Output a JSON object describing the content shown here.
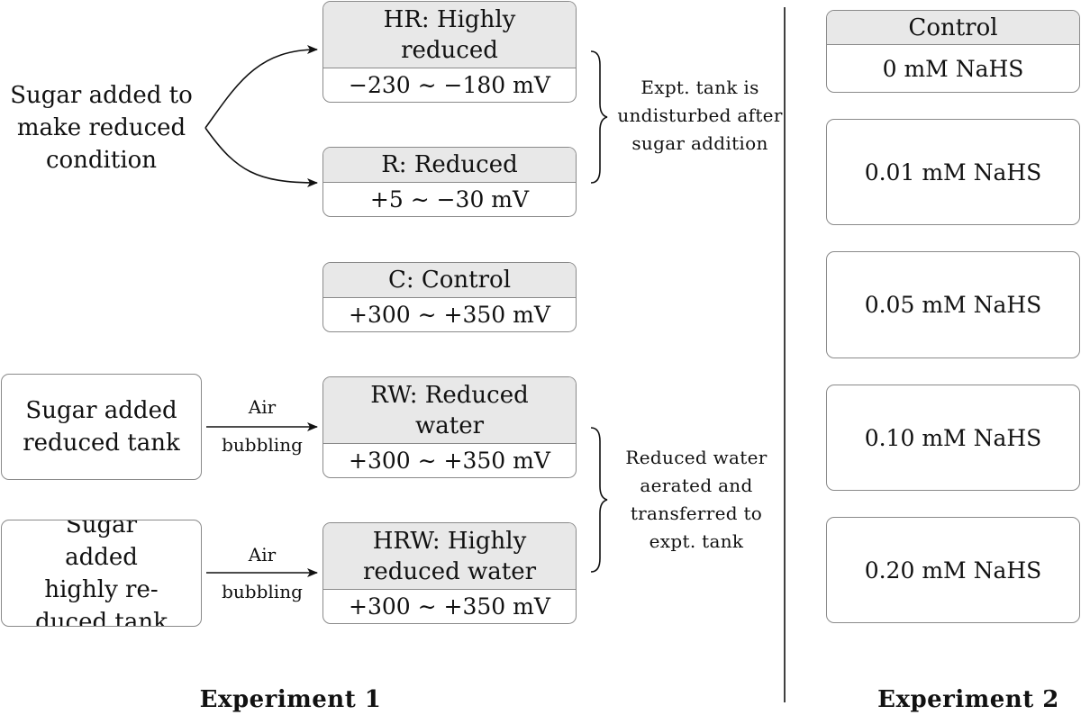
{
  "experiment1": {
    "title": "Experiment 1",
    "sugar_source": "Sugar added to make reduced condition",
    "hr": {
      "label": "HR: Highly reduced",
      "value": "−230 ∼ −180 mV"
    },
    "r": {
      "label": "R: Reduced",
      "value": "+5 ∼ −30 mV"
    },
    "c": {
      "label": "C: Control",
      "value": "+300 ∼ +350 mV"
    },
    "rw": {
      "label": "RW: Reduced water",
      "value": "+300 ∼ +350 mV"
    },
    "hrw": {
      "label": "HRW: Highly reduced water",
      "value": "+300 ∼ +350 mV"
    },
    "rw_source": "Sugar added reduced tank",
    "hrw_source": "Sugar added highly re-duced tank",
    "arrow_top": "Air",
    "arrow_bottom": "bubbling",
    "note_top": "Expt. tank is undisturbed after sugar addition",
    "note_bottom": "Reduced water aerated and transferred to expt. tank"
  },
  "experiment2": {
    "title": "Experiment 2",
    "control_label": "Control",
    "control_value": "0 mM NaHS",
    "treatments": [
      "0.01 mM NaHS",
      "0.05 mM NaHS",
      "0.10 mM NaHS",
      "0.20 mM NaHS"
    ]
  }
}
